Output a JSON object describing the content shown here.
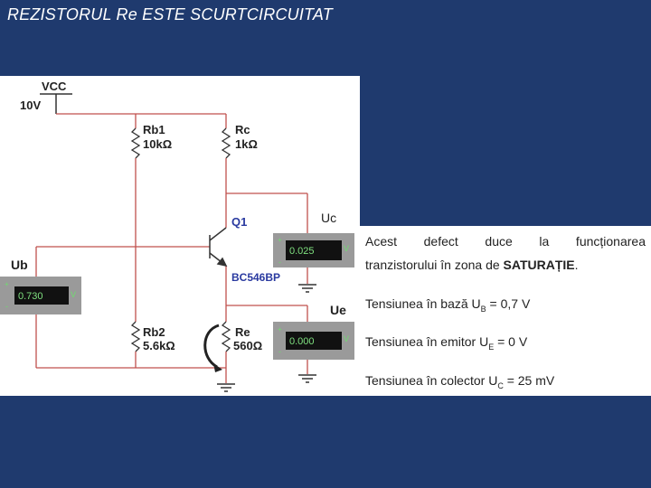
{
  "slide": {
    "title": "REZISTORUL Re ESTE SCURTCIRCUITAT"
  },
  "circuit": {
    "vcc": {
      "name": "VCC",
      "value": "10V"
    },
    "rb1": {
      "name": "Rb1",
      "value": "10kΩ"
    },
    "rc": {
      "name": "Rc",
      "value": "1kΩ"
    },
    "rb2": {
      "name": "Rb2",
      "value": "5.6kΩ"
    },
    "re": {
      "name": "Re",
      "value": "560Ω"
    },
    "q1": {
      "name": "Q1",
      "model": "BC546BP"
    },
    "meters": {
      "uc": {
        "label": "Uc",
        "reading": "0.025",
        "unit": "V",
        "plus": "+",
        "minus": "-"
      },
      "ub": {
        "label": "Ub",
        "reading": "0.730",
        "unit": "V",
        "plus": "+",
        "minus": "-"
      },
      "ue": {
        "label": "Ue",
        "reading": "0.000",
        "unit": "V",
        "plus": "+",
        "minus": "-"
      }
    }
  },
  "explanation": {
    "line1": "Acest defect duce la funcționarea",
    "line2_pre": "tranzistorului în zona de ",
    "line2_bold": "SATURAȚIE",
    "line2_post": ".",
    "base": {
      "pre": "Tensiunea în bază U",
      "sub": "B",
      "value": " = 0,7 V"
    },
    "emitter": {
      "pre": "Tensiunea în emitor U",
      "sub": "E",
      "value": " = 0 V"
    },
    "collector": {
      "pre": "Tensiunea în colector U",
      "sub": "C",
      "value": " = 25 mV"
    }
  }
}
